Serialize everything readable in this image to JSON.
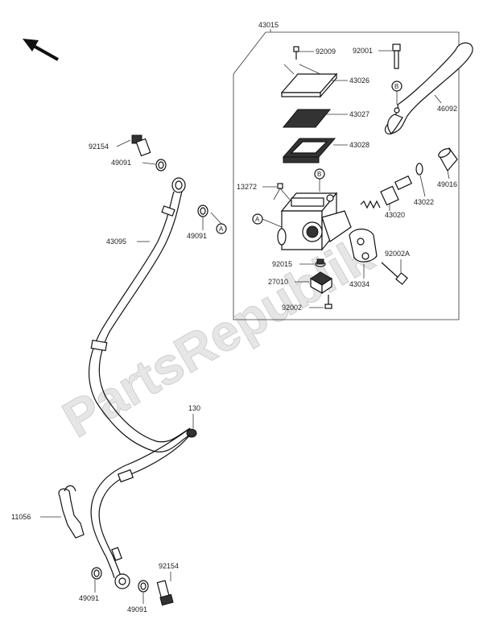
{
  "watermark": "PartsRepublik",
  "callouts": {
    "A": "A",
    "B": "B"
  },
  "parts": {
    "p43015": "43015",
    "p92009": "92009",
    "p92001": "92001",
    "p43026": "43026",
    "p46092": "46092",
    "p43027": "43027",
    "p43028": "43028",
    "p13272": "13272",
    "p43020": "43020",
    "p43022": "43022",
    "p49016": "49016",
    "p92015": "92015",
    "p92002A": "92002A",
    "p27010": "27010",
    "p43034": "43034",
    "p92002": "92002",
    "p92154_top": "92154",
    "p49091_a": "49091",
    "p49091_b": "49091",
    "p43095": "43095",
    "p130": "130",
    "p11056": "11056",
    "p92154_bot": "92154",
    "p49091_c": "49091",
    "p49091_d": "49091"
  }
}
